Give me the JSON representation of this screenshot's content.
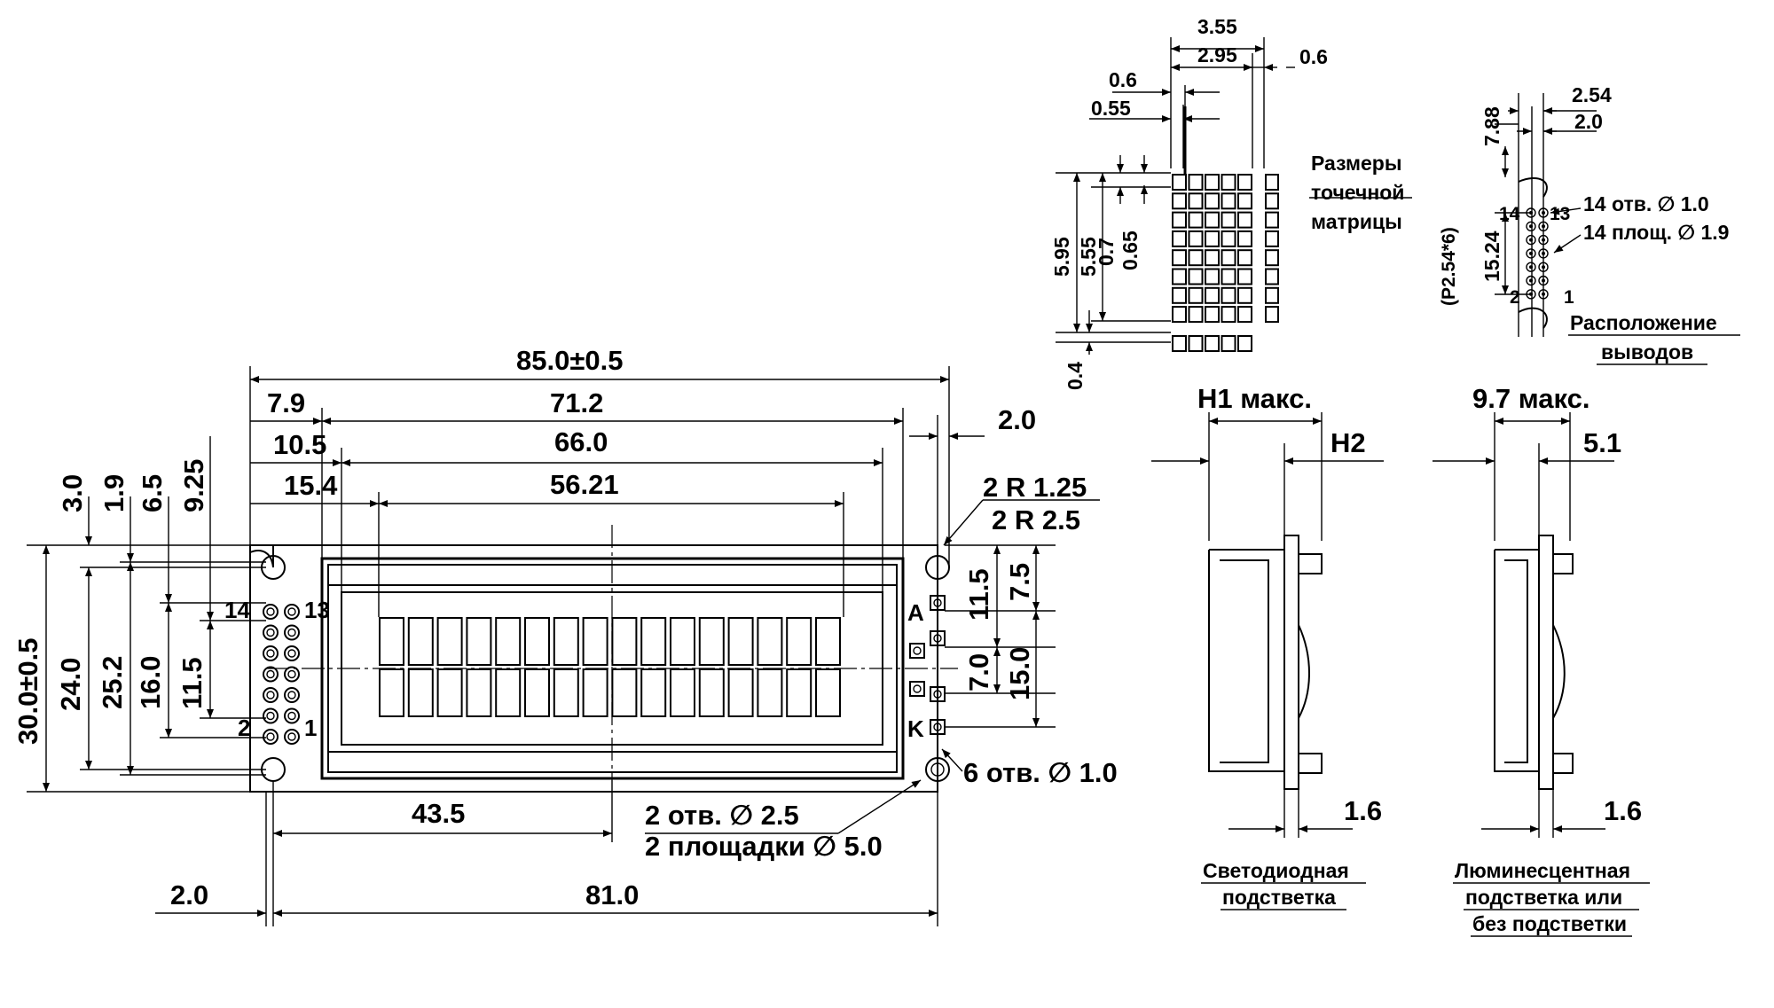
{
  "front_view": {
    "width_overall": "85.0±0.5",
    "bezel_width": "71.2",
    "view_area_width": "66.0",
    "char_area_width": "56.21",
    "dim_7_9": "7.9",
    "dim_10_5": "10.5",
    "dim_15_4": "15.4",
    "dim_2_0_right": "2.0",
    "radius_1": "2 R 1.25",
    "radius_2": "2 R 2.5",
    "height_overall": "30.0±0.5",
    "h_24": "24.0",
    "h_25_2": "25.2",
    "h_16": "16.0",
    "h_11_5": "11.5",
    "v_3_0": "3.0",
    "v_1_9": "1.9",
    "v_6_5": "6.5",
    "v_9_25": "9.25",
    "pin_14": "14",
    "pin_13": "13",
    "pin_2": "2",
    "pin_1": "1",
    "pin_a": "A",
    "pin_k": "K",
    "r_11_5": "11.5",
    "r_7_5": "7.5",
    "r_7_0": "7.0",
    "r_15_0": "15.0",
    "holes_6": "6 отв. ∅ 1.0",
    "center_43_5": "43.5",
    "holes_2": "2 отв. ∅ 2.5",
    "pads_2": "2 площадки  ∅ 5.0",
    "bottom_2_0": "2.0",
    "bottom_81": "81.0"
  },
  "dot_matrix": {
    "w_3_55": "3.55",
    "w_2_95": "2.95",
    "gap_0_6_top": "0.6",
    "pitch_0_6": "0.6",
    "pitch_0_55": "0.55",
    "h_5_95": "5.95",
    "h_5_55": "5.55",
    "h_0_7": "0.7",
    "h_0_65": "0.65",
    "h_0_4": "0.4",
    "caption_line1": "Размеры",
    "caption_line2": "точечной",
    "caption_line3": "матрицы"
  },
  "pin_layout": {
    "d_2_54": "2.54",
    "d_2_0": "2.0",
    "d_7_88": "7.88",
    "d_15_24": "15.24",
    "d_p": "(P2.54*6)",
    "n14": "14",
    "n13": "13",
    "n2": "2",
    "n1": "1",
    "holes": "14 отв. ∅ 1.0",
    "pads": "14 площ. ∅ 1.9",
    "caption_line1": "Расположение",
    "caption_line2": "выводов"
  },
  "side_led": {
    "h1": "H1 макс.",
    "h2": "H2",
    "d_1_6": "1.6",
    "caption_line1": "Светодиодная",
    "caption_line2": "подстветка"
  },
  "side_el": {
    "h_max": "9.7 макс.",
    "d_5_1": "5.1",
    "d_1_6": "1.6",
    "caption_line1": "Люминесцентная",
    "caption_line2": "подстветка или",
    "caption_line3": "без подстветки"
  }
}
